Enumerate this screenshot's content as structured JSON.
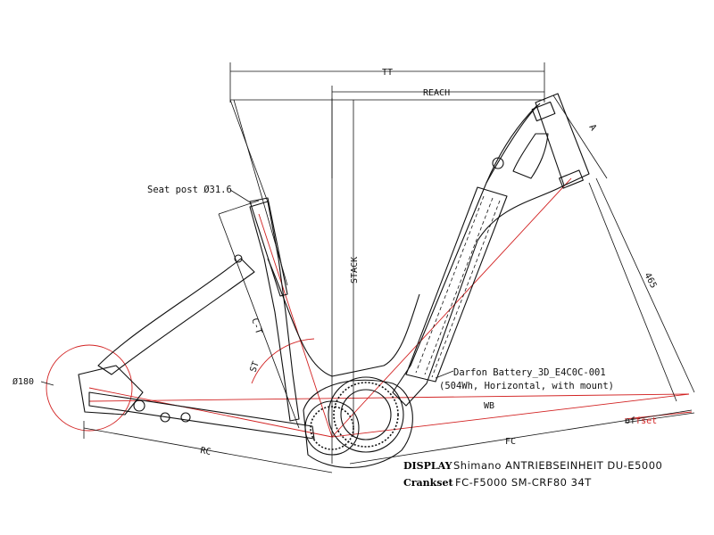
{
  "dimensions": {
    "tt": "TT",
    "reach": "REACH",
    "stack": "STACK",
    "a": "A",
    "length_465": "465",
    "c_t": "C-T",
    "st": "ST",
    "wb": "WB",
    "fc": "FC",
    "rc": "RC",
    "offset_prefix": "of",
    "offset_suffix": "fset",
    "diameter_180": "Ø180"
  },
  "callouts": {
    "seat_post": "Seat post Ø31.6",
    "battery_line1": "Darfon Battery_3D_E4C0C-001",
    "battery_line2": "(504Wh, Horizontal, with mount)"
  },
  "specs": {
    "display_label": "DISPLAY",
    "display_value": "Shimano  ANTRIEBSEINHEIT DU-E5000",
    "crankset_label": "Crankset",
    "crankset_value": "FC-F5000 SM-CRF80 34T"
  },
  "colors": {
    "line": "#111111",
    "construction": "#d22222"
  }
}
